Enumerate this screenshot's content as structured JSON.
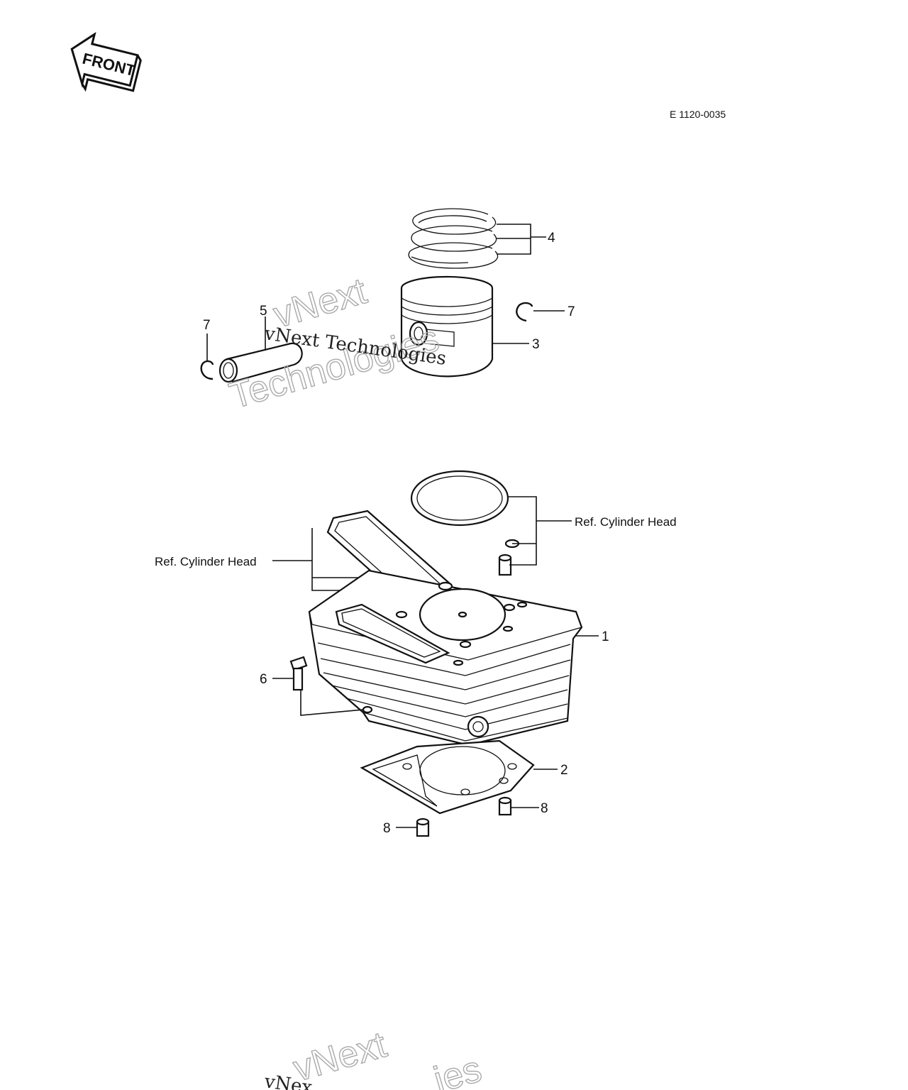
{
  "front_badge": {
    "text": "FRONT"
  },
  "drawing_code": "E 1120-0035",
  "callouts": {
    "c1": "1",
    "c2": "2",
    "c3": "3",
    "c4": "4",
    "c5": "5",
    "c6": "6",
    "c7_left": "7",
    "c7_right": "7",
    "c8_right": "8",
    "c8_left": "8"
  },
  "refs": {
    "cylinder_head_right": "Ref. Cylinder Head",
    "cylinder_head_left": "Ref. Cylinder Head"
  },
  "watermarks": {
    "serif_top": "vNext Technologies",
    "outline_top_1": "vNext",
    "outline_top_2": "Technologies",
    "outline_bottom_1": "vNext",
    "serif_bottom": "vNex",
    "outline_bottom_2": "ies"
  }
}
